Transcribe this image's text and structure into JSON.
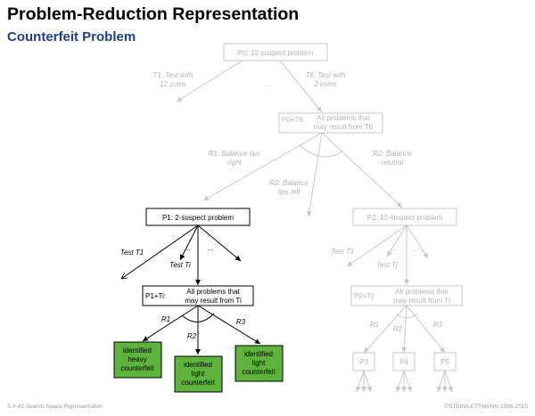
{
  "slide": {
    "title": "Problem-Reduction Representation",
    "subtitle": "Counterfeit Problem",
    "footer_left": "S:II-42   Search Space Representation",
    "footer_right": "©STEIN/LETTMANN 1998-2015"
  },
  "colors": {
    "faded": "#c8c8c8",
    "faded_text": "#b4b4b4",
    "active": "#000000",
    "solved_fill": "#5eb33c",
    "title_blue": "#1f3f8a"
  },
  "nodes": {
    "p0": "P0: 12-suspect problem",
    "p0t6_prefix": "P0+T6:",
    "p0t6_line1": "All problems that",
    "p0t6_line2": "may result from T6",
    "p1": "P1: 2-suspect problem",
    "p2": "P2: 10-suspect problem",
    "p1ti_prefix": "P1+Ti:",
    "p1ti_line1": "All problems that",
    "p1ti_line2": "may result from Ti",
    "p2tj_prefix": "P2+Tj:",
    "p2tj_line1": "All problems that",
    "p2tj_line2": "may result from Tj",
    "heavy": [
      "identified",
      "heavy",
      "counterfeit"
    ],
    "light_a": [
      "identified",
      "light",
      "counterfeit"
    ],
    "light_b": [
      "identified",
      "light",
      "counterfeit"
    ],
    "p3": "P3",
    "p4": "P4",
    "p5": "P5"
  },
  "edge_labels": {
    "t1_12_line1": "T1: Test with",
    "t1_12_line2": "12 coins",
    "dots_top": "...",
    "t6_line1": "T6: Test with",
    "t6_line2": "2 coins",
    "r1_line1": "R1: Balance tips",
    "r1_line2": "right",
    "r2_line1": "R2: Balance",
    "r2_line2": "tips left",
    "r3_line1": "R2: Balance",
    "r3_line2": "neutral",
    "test_t1": "Test T1",
    "dots_a": "...",
    "dots_b": "...",
    "test_ti": "Test Ti",
    "test_t1_right": "Test T1",
    "dots_c": "...",
    "dots_d": "...",
    "test_tj": "Test Tj",
    "r1": "R1",
    "r2": "R2",
    "r3": "R3",
    "r1_right": "R1",
    "r2_right": "R2",
    "r3_right": "R3"
  }
}
